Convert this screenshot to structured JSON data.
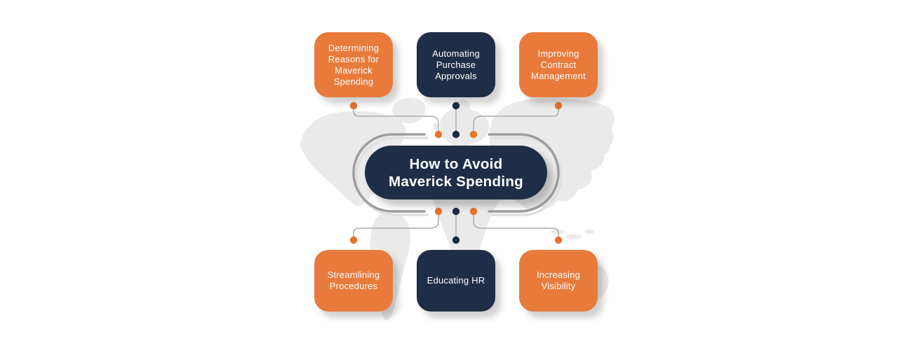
{
  "diagram": {
    "center": {
      "title_line1": "How to Avoid",
      "title_line2": "Maverick Spending"
    },
    "top_row": [
      {
        "label": "Determining\nReasons for\nMaverick\nSpending",
        "color": "orange"
      },
      {
        "label": "Automating\nPurchase\nApprovals",
        "color": "navy"
      },
      {
        "label": "Improving\nContract\nManagement",
        "color": "orange"
      }
    ],
    "bottom_row": [
      {
        "label": "Streamlining\nProcedures",
        "color": "orange"
      },
      {
        "label": "Educating HR",
        "color": "navy"
      },
      {
        "label": "Increasing\nVisibility",
        "color": "orange"
      }
    ]
  },
  "colors": {
    "orange": "#E87B3C",
    "dot-orange": "#E8732A",
    "navy": "#1E2E46",
    "dot-navy": "#1C2B42",
    "ring-gray": "#9E9E9E",
    "ring-shadow": "#E0E0E0",
    "line-gray": "#ACACAC",
    "map-gray": "#EAEAEA",
    "text-white": "#FFFFFF",
    "background": "#FFFFFF"
  }
}
